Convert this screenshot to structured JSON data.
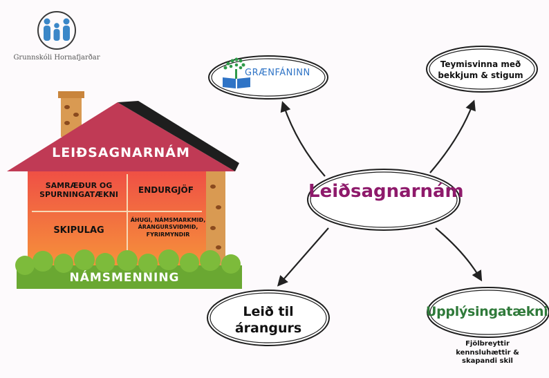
{
  "school": {
    "name": "Grunnskóli Hornafjarðar"
  },
  "house": {
    "roof_label": "LEIÐSAGNARNÁM",
    "cells": [
      "SAMRÆÐUR OG SPURNINGATÆKNI",
      "ENDURGJÖF",
      "SKIPULAG",
      "ÁHUGI, NÁMSMARKMIÐ, ÁRANGURSVIÐMIÐ, FYRIRMYNDIR"
    ],
    "ground_label": "NÁMSMENNING"
  },
  "mindmap": {
    "center": "Leiðsagnarnám",
    "top_left": "GRÆNFÁNINN",
    "top_right": "Teymisvinna með bekkjum & stigum",
    "bottom_left": "Leið til árangurs",
    "bottom_right": "Upplýsingatækni",
    "bottom_right_sub": "Fjölbreyttir kennsluhættir & skapandi skil"
  },
  "colors": {
    "roof": "#c03a55",
    "wall": "#ef5a3a",
    "chimney": "#d99a52",
    "grass": "#7dbb3b",
    "center_text": "#8e1a6b",
    "green_text": "#2f7a3a",
    "logo_blue": "#3a87c8"
  }
}
